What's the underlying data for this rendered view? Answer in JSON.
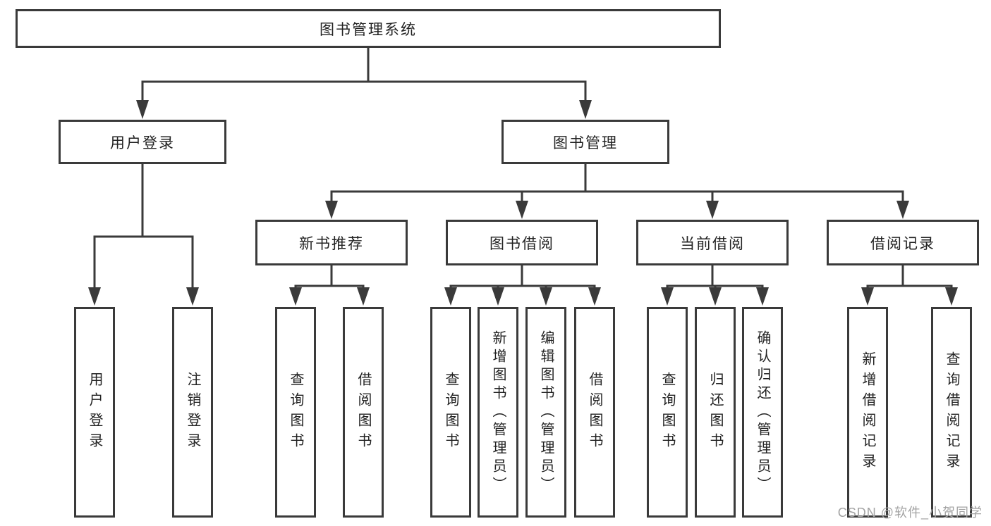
{
  "diagram": {
    "root": {
      "label": "图书管理系统"
    },
    "level2": [
      {
        "id": "user-login",
        "label": "用户登录"
      },
      {
        "id": "book-management",
        "label": "图书管理"
      }
    ],
    "level3": [
      {
        "id": "new-book-recommend",
        "label": "新书推荐"
      },
      {
        "id": "book-borrow",
        "label": "图书借阅"
      },
      {
        "id": "current-borrow",
        "label": "当前借阅"
      },
      {
        "id": "borrow-records",
        "label": "借阅记录"
      }
    ],
    "leaves": {
      "user_login": [
        "用户登录",
        "注销登录"
      ],
      "new_book": [
        "查询图书",
        "借阅图书"
      ],
      "book_borrow": [
        "查询图书",
        "新增图书（管理员）",
        "编辑图书（管理员）",
        "借阅图书"
      ],
      "current_borrow": [
        "查询图书",
        "归还图书",
        "确认归还（管理员）"
      ],
      "records": [
        "新增借阅记录",
        "查询借阅记录"
      ]
    }
  },
  "watermark": {
    "text": "CSDN @软件_小贺同学"
  },
  "colors": {
    "line": "#3a3a3a",
    "box_border": "#3a3a3a",
    "text": "#222222",
    "watermark": "#a3a3a3",
    "background": "#ffffff"
  }
}
